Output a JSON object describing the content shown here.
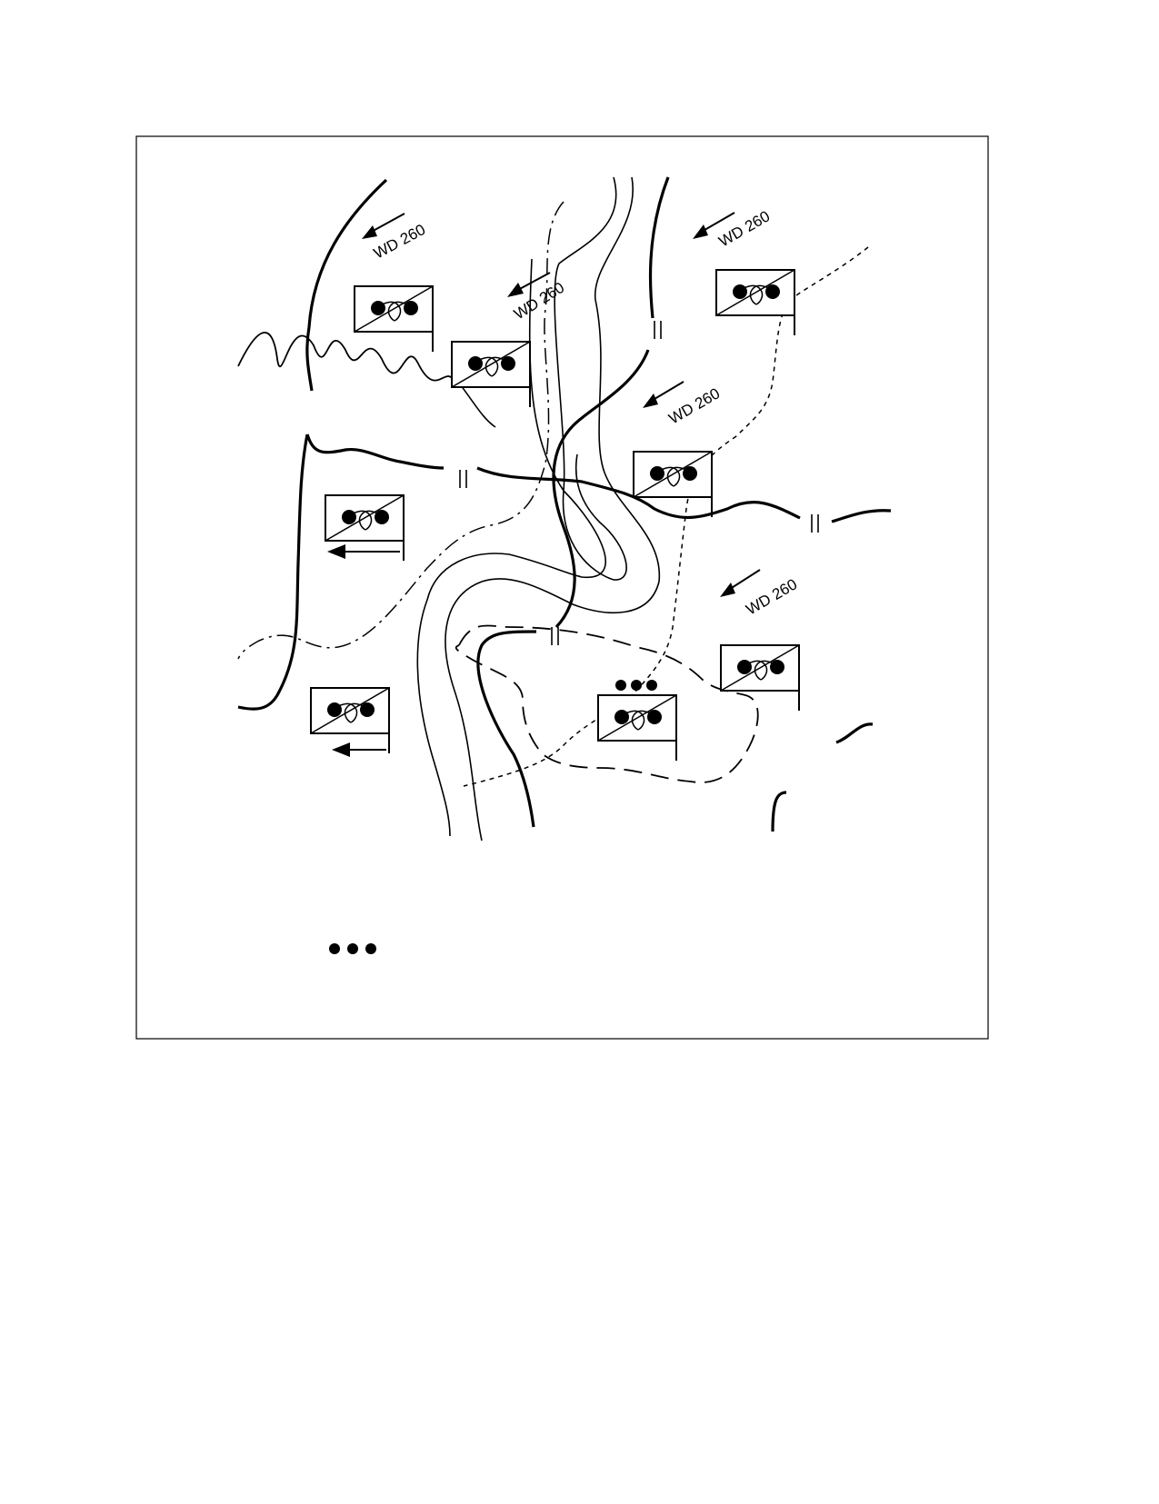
{
  "map": {
    "wind_label": "WD 260",
    "wind_arrows": [
      {
        "label": "WD 260"
      },
      {
        "label": "WD 260"
      },
      {
        "label": "WD 260"
      },
      {
        "label": "WD 260"
      },
      {
        "label": "WD 260"
      }
    ],
    "symbols": [
      {
        "type": "decontamination-point",
        "direction_arrow": false
      },
      {
        "type": "decontamination-point",
        "direction_arrow": false
      },
      {
        "type": "decontamination-point",
        "direction_arrow": false
      },
      {
        "type": "decontamination-point",
        "direction_arrow": false
      },
      {
        "type": "decontamination-point",
        "direction_arrow": true
      },
      {
        "type": "decontamination-point",
        "direction_arrow": true
      },
      {
        "type": "decontamination-point",
        "direction_arrow": false
      },
      {
        "type": "decontamination-point",
        "direction_arrow": false,
        "echelon_dots": 3
      }
    ],
    "boundary_marker": "II",
    "continuation_mark": "•••"
  }
}
